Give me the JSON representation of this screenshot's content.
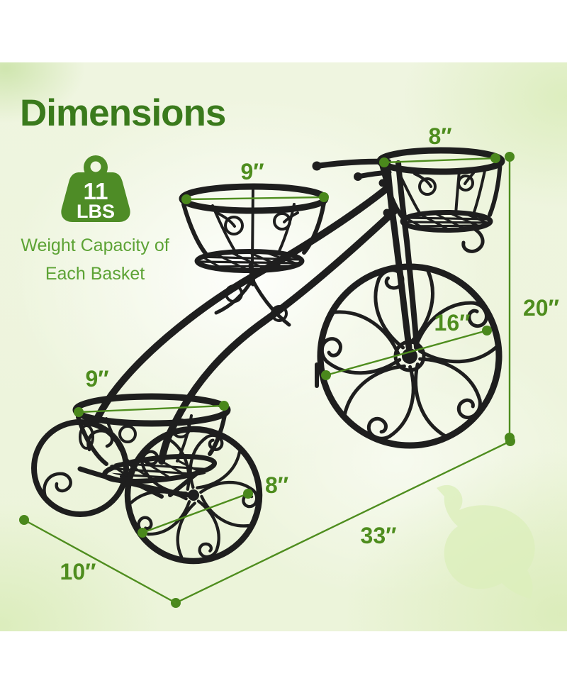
{
  "header": {
    "title": "Dimensions"
  },
  "weight_badge": {
    "value": "11",
    "unit": "LBS",
    "caption_line1": "Weight Capacity of",
    "caption_line2": "Each Basket"
  },
  "dimensions": {
    "top_basket": "8″",
    "middle_basket": "9″",
    "rear_basket": "9″",
    "overall_height": "20″",
    "front_wheel": "16″",
    "rear_wheel": "8″",
    "overall_length": "33″",
    "base_depth": "10″"
  },
  "colors": {
    "title_green": "#3a7a1c",
    "dimension_green": "#4e8d1e",
    "caption_green": "#5da335",
    "badge_green": "#4e8c26",
    "metal_black": "#1e1e1e",
    "background_tint": "#eff5e0",
    "leaf_watermark": "#dcefbb"
  }
}
